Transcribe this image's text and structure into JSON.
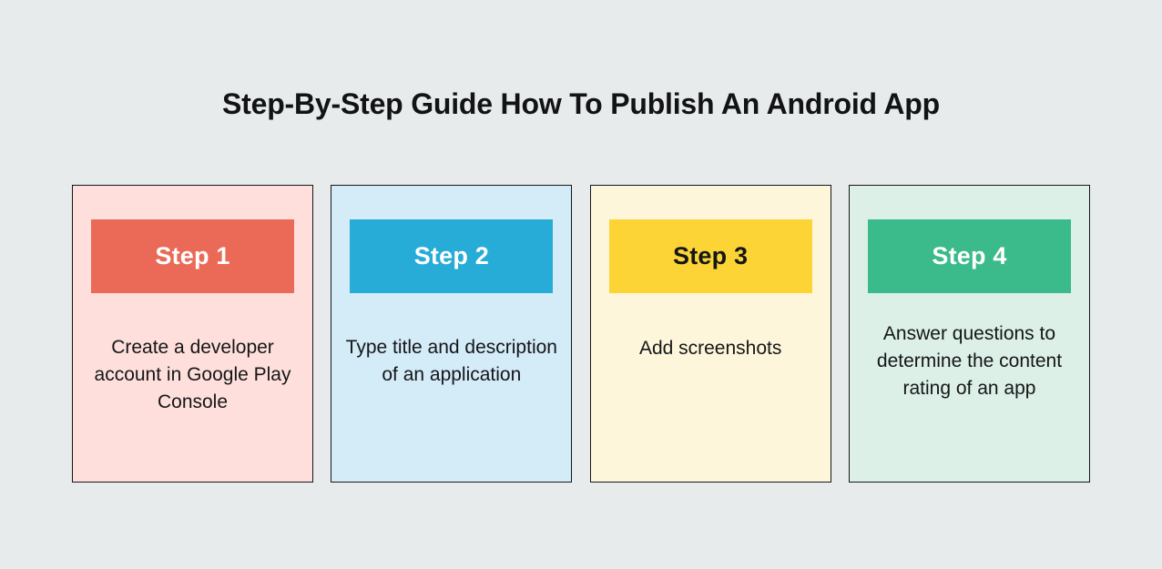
{
  "page": {
    "background_color": "#e8ebec",
    "title": "Step-By-Step Guide How To Publish An Android App"
  },
  "cards": [
    {
      "badge_label": "Step 1",
      "badge_color": "#ea6a57",
      "badge_text_color": "#ffffff",
      "card_background": "#fedfdb",
      "text": "Create a developer account in Google Play Console",
      "text_lines": 3
    },
    {
      "badge_label": "Step 2",
      "badge_color": "#27acd7",
      "badge_text_color": "#ffffff",
      "card_background": "#d4ebf8",
      "text": "Type title and description of an application",
      "text_lines": 3
    },
    {
      "badge_label": "Step 3",
      "badge_color": "#fcd436",
      "badge_text_color": "#141618",
      "card_background": "#fef6da",
      "text": "Add screenshots",
      "text_lines": 1
    },
    {
      "badge_label": "Step 4",
      "badge_color": "#3bba8c",
      "badge_text_color": "#ffffff",
      "card_background": "#dcf0e7",
      "text": "Answer questions to determine the content rating of an app",
      "text_lines": 4
    }
  ]
}
